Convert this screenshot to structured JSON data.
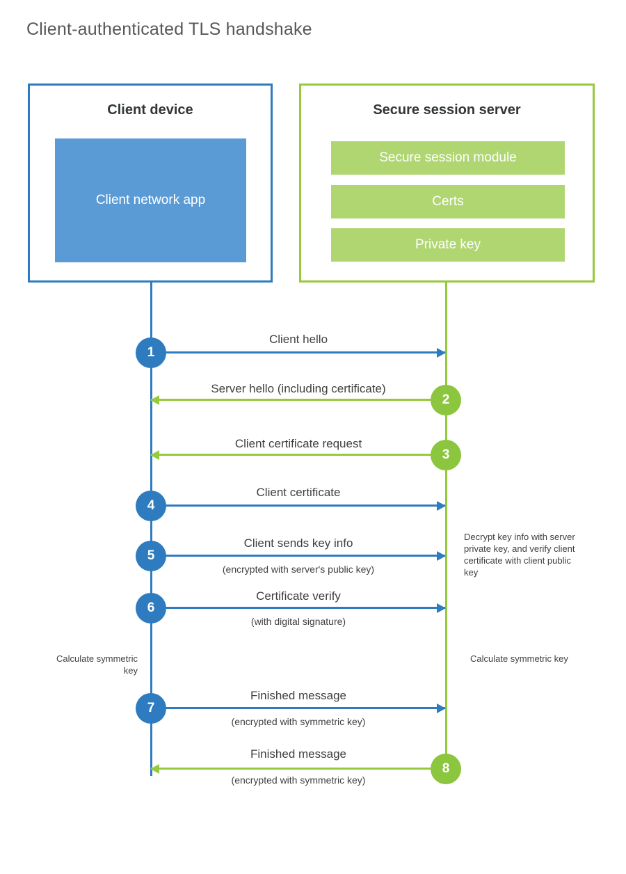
{
  "page": {
    "title": "Client-authenticated TLS handshake"
  },
  "colors": {
    "client_accent": "#2e7cbf",
    "client_fill": "#5b9bd5",
    "server_accent": "#97c93d",
    "server_step": "#8cc63f",
    "server_fill": "#b0d672",
    "text": "#3f3f3f",
    "title_text": "#55585a",
    "background": "#ffffff"
  },
  "participants": {
    "client": {
      "title": "Client device",
      "app_label": "Client network app"
    },
    "server": {
      "title": "Secure session server",
      "modules": [
        "Secure session module",
        "Certs",
        "Private key"
      ]
    }
  },
  "steps": [
    {
      "number": "1",
      "side": "client",
      "direction": "to-server",
      "label": "Client hello",
      "sublabel": ""
    },
    {
      "number": "2",
      "side": "server",
      "direction": "to-client",
      "label": "Server hello (including certificate)",
      "sublabel": ""
    },
    {
      "number": "3",
      "side": "server",
      "direction": "to-client",
      "label": "Client certificate request",
      "sublabel": ""
    },
    {
      "number": "4",
      "side": "client",
      "direction": "to-server",
      "label": "Client certificate",
      "sublabel": ""
    },
    {
      "number": "5",
      "side": "client",
      "direction": "to-server",
      "label": "Client sends key info",
      "sublabel": "(encrypted with server's public key)"
    },
    {
      "number": "6",
      "side": "client",
      "direction": "to-server",
      "label": "Certificate verify",
      "sublabel": "(with digital signature)"
    },
    {
      "number": "7",
      "side": "client",
      "direction": "to-server",
      "label": "Finished message",
      "sublabel": "(encrypted with symmetric key)"
    },
    {
      "number": "8",
      "side": "server",
      "direction": "to-client",
      "label": "Finished message",
      "sublabel": "(encrypted with symmetric key)"
    }
  ],
  "notes": {
    "server_decrypt": "Decrypt key info with server private key, and verify client certificate with client public key",
    "client_calculate": "Calculate symmetric key",
    "server_calculate": "Calculate symmetric key"
  },
  "chart_data": {
    "type": "table",
    "title": "Client-authenticated TLS handshake",
    "categories": [
      "1",
      "2",
      "3",
      "4",
      "5",
      "6",
      "7",
      "8"
    ],
    "series": [
      {
        "name": "messages",
        "values": [
          "Client hello",
          "Server hello (including certificate)",
          "Client certificate request",
          "Client certificate",
          "Client sends key info",
          "Certificate verify",
          "Finished message",
          "Finished message"
        ]
      }
    ],
    "legend": [
      "Client device",
      "Secure session server"
    ]
  }
}
